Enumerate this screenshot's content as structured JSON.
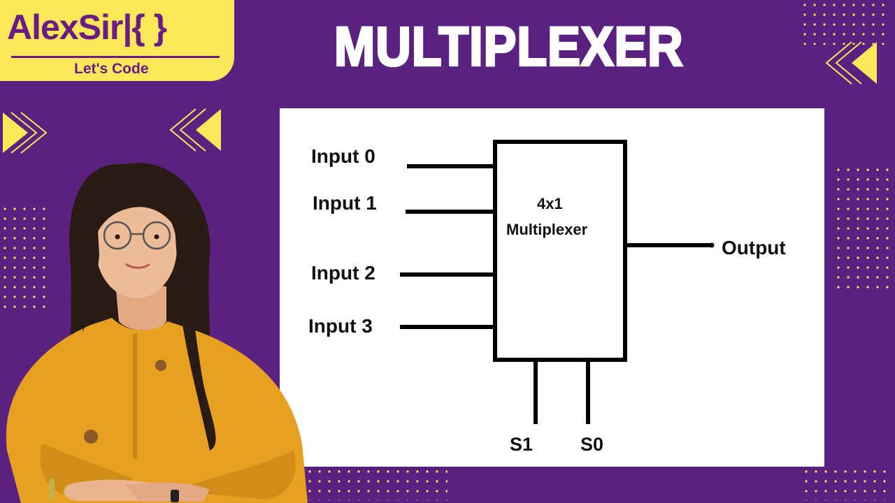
{
  "logo": {
    "name": "AlexSir|{ }",
    "tagline": "Let's Code"
  },
  "title": "MULTIPLEXER",
  "diagram": {
    "inputs": [
      "Input 0",
      "Input 1",
      "Input 2",
      "Input 3"
    ],
    "block_line1": "4x1",
    "block_line2": "Multiplexer",
    "output": "Output",
    "selects": [
      "S1",
      "S0"
    ]
  },
  "colors": {
    "background": "#5b2180",
    "accent_yellow": "#fbe858",
    "logo_purple": "#6a1b86",
    "panel": "#ffffff",
    "line": "#000000"
  }
}
